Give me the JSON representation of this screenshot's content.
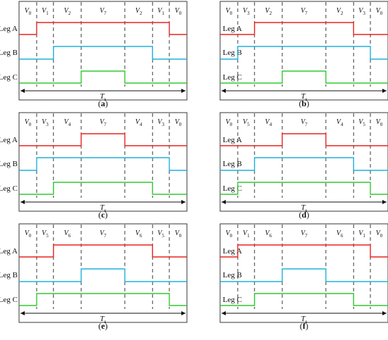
{
  "legs": [
    "Leg A",
    "Leg B",
    "Leg C"
  ],
  "colors": {
    "A": "#e8231f",
    "B": "#20b0dc",
    "C": "#32c832"
  },
  "period": {
    "symbol": "T",
    "sub": "s"
  },
  "panels": [
    {
      "caption": "a",
      "sectors": [
        {
          "sym": "V",
          "sub": "0"
        },
        {
          "sym": "V",
          "sub": "1"
        },
        {
          "sym": "V",
          "sub": "2"
        },
        {
          "sym": "V",
          "sub": "7"
        },
        {
          "sym": "V",
          "sub": "2"
        },
        {
          "sym": "V",
          "sub": "1"
        },
        {
          "sym": "V",
          "sub": "0"
        }
      ],
      "states": {
        "A": [
          0,
          1,
          1,
          1,
          1,
          1,
          0
        ],
        "B": [
          0,
          0,
          1,
          1,
          1,
          0,
          0
        ],
        "C": [
          0,
          0,
          0,
          1,
          0,
          0,
          0
        ]
      }
    },
    {
      "caption": "b",
      "sectors": [
        {
          "sym": "V",
          "sub": "0"
        },
        {
          "sym": "V",
          "sub": "3"
        },
        {
          "sym": "V",
          "sub": "2"
        },
        {
          "sym": "V",
          "sub": "7"
        },
        {
          "sym": "V",
          "sub": "2"
        },
        {
          "sym": "V",
          "sub": "3"
        },
        {
          "sym": "V",
          "sub": "0"
        }
      ],
      "states": {
        "A": [
          0,
          0,
          1,
          1,
          1,
          0,
          0
        ],
        "B": [
          0,
          1,
          1,
          1,
          1,
          1,
          0
        ],
        "C": [
          0,
          0,
          0,
          1,
          0,
          0,
          0
        ]
      }
    },
    {
      "caption": "c",
      "sectors": [
        {
          "sym": "V",
          "sub": "0"
        },
        {
          "sym": "V",
          "sub": "3"
        },
        {
          "sym": "V",
          "sub": "4"
        },
        {
          "sym": "V",
          "sub": "7"
        },
        {
          "sym": "V",
          "sub": "4"
        },
        {
          "sym": "V",
          "sub": "3"
        },
        {
          "sym": "V",
          "sub": "0"
        }
      ],
      "states": {
        "A": [
          0,
          0,
          0,
          1,
          0,
          0,
          0
        ],
        "B": [
          0,
          1,
          1,
          1,
          1,
          1,
          0
        ],
        "C": [
          0,
          0,
          1,
          1,
          1,
          0,
          0
        ]
      }
    },
    {
      "caption": "d",
      "sectors": [
        {
          "sym": "V",
          "sub": "0"
        },
        {
          "sym": "V",
          "sub": "5"
        },
        {
          "sym": "V",
          "sub": "4"
        },
        {
          "sym": "V",
          "sub": "7"
        },
        {
          "sym": "V",
          "sub": "4"
        },
        {
          "sym": "V",
          "sub": "5"
        },
        {
          "sym": "V",
          "sub": "0"
        }
      ],
      "states": {
        "A": [
          0,
          0,
          0,
          1,
          0,
          0,
          0
        ],
        "B": [
          0,
          0,
          1,
          1,
          1,
          0,
          0
        ],
        "C": [
          0,
          1,
          1,
          1,
          1,
          1,
          0
        ]
      }
    },
    {
      "caption": "e",
      "sectors": [
        {
          "sym": "V",
          "sub": "0"
        },
        {
          "sym": "V",
          "sub": "5"
        },
        {
          "sym": "V",
          "sub": "6"
        },
        {
          "sym": "V",
          "sub": "7"
        },
        {
          "sym": "V",
          "sub": "6"
        },
        {
          "sym": "V",
          "sub": "5"
        },
        {
          "sym": "V",
          "sub": "0"
        }
      ],
      "states": {
        "A": [
          0,
          0,
          1,
          1,
          1,
          0,
          0
        ],
        "B": [
          0,
          0,
          0,
          1,
          0,
          0,
          0
        ],
        "C": [
          0,
          1,
          1,
          1,
          1,
          1,
          0
        ]
      }
    },
    {
      "caption": "f",
      "sectors": [
        {
          "sym": "V",
          "sub": "0"
        },
        {
          "sym": "V",
          "sub": "1"
        },
        {
          "sym": "V",
          "sub": "6"
        },
        {
          "sym": "V",
          "sub": "7"
        },
        {
          "sym": "V",
          "sub": "6"
        },
        {
          "sym": "V",
          "sub": "1"
        },
        {
          "sym": "V",
          "sub": "0"
        }
      ],
      "states": {
        "A": [
          0,
          1,
          1,
          1,
          1,
          1,
          0
        ],
        "B": [
          0,
          0,
          0,
          1,
          0,
          0,
          0
        ],
        "C": [
          0,
          0,
          1,
          1,
          1,
          0,
          0
        ]
      }
    }
  ]
}
